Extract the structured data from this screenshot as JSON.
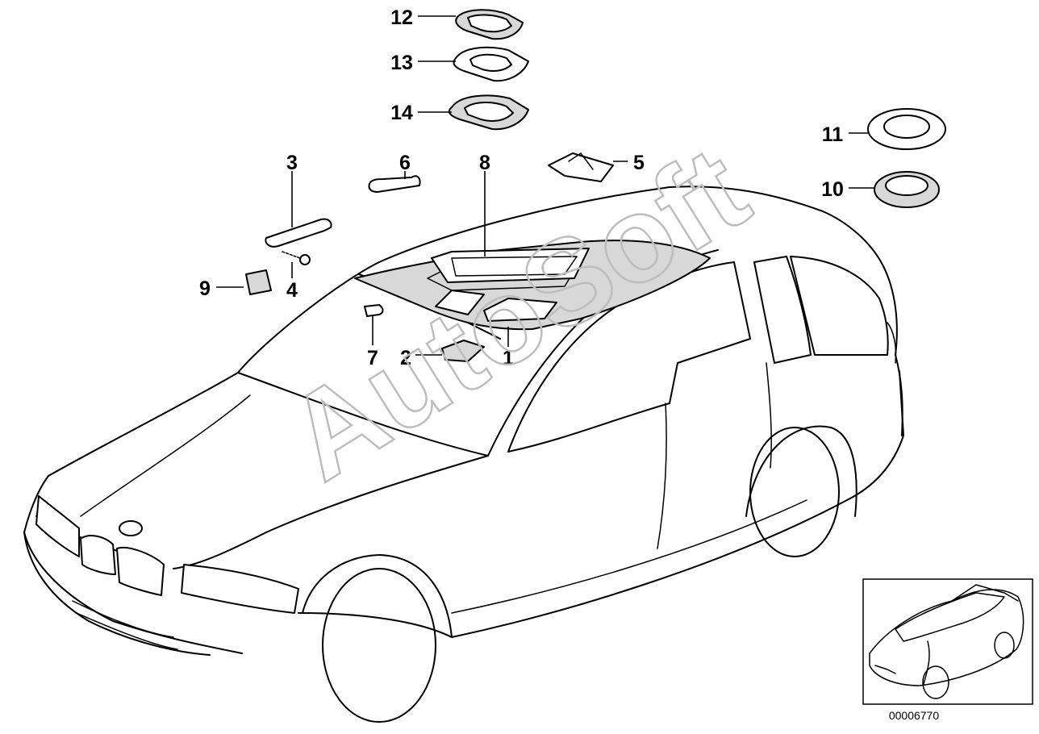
{
  "watermark": "AutoSoft",
  "diagram_code": "00006770",
  "parts": [
    {
      "id": "p1",
      "label": "1"
    },
    {
      "id": "p2",
      "label": "2"
    },
    {
      "id": "p3",
      "label": "3"
    },
    {
      "id": "p4",
      "label": "4"
    },
    {
      "id": "p5",
      "label": "5"
    },
    {
      "id": "p6",
      "label": "6"
    },
    {
      "id": "p7",
      "label": "7"
    },
    {
      "id": "p8",
      "label": "8"
    },
    {
      "id": "p9",
      "label": "9"
    },
    {
      "id": "p10",
      "label": "10"
    },
    {
      "id": "p11",
      "label": "11"
    },
    {
      "id": "p12",
      "label": "12"
    },
    {
      "id": "p13",
      "label": "13"
    },
    {
      "id": "p14",
      "label": "14"
    }
  ]
}
